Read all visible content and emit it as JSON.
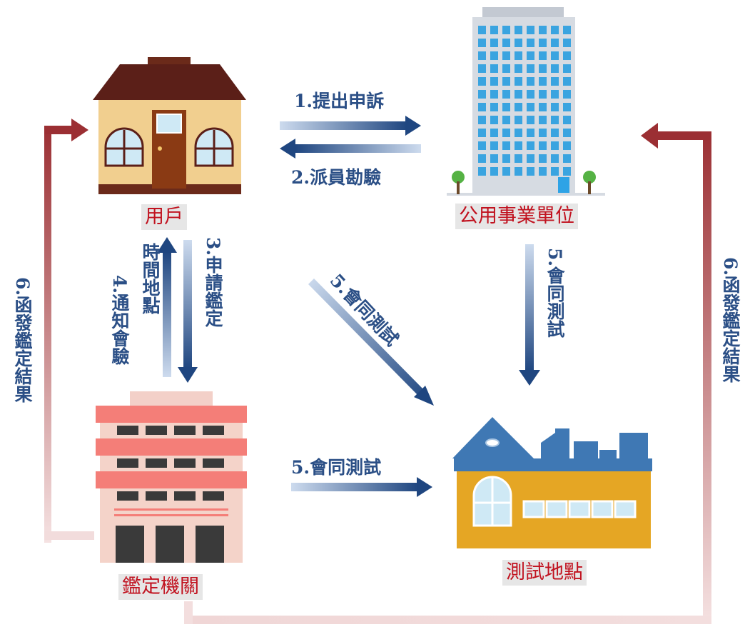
{
  "nodes": {
    "user": "用戶",
    "utility": "公用事業單位",
    "agency": "鑑定機關",
    "test_site": "測試地點"
  },
  "steps": {
    "s1": "1.提出申訴",
    "s2": "2.派員勘驗",
    "s3": "3.申請鑑定",
    "s4_line1": "4.通知會驗",
    "s4_line2": "時間地點",
    "s5_utility": "5.會同測試",
    "s5_user": "5.會同測試",
    "s5_agency": "5.會同測試",
    "s6_left": "6.函發鑑定結果",
    "s6_right": "6.函發鑑定結果"
  },
  "colors": {
    "arrow_blue": "#2b4f86",
    "arrow_blue_light": "#b9cde6",
    "result_red": "#9b2f33",
    "result_red_light": "#f3dede",
    "label_text": "#c1121f",
    "label_bg": "#e6e6e6"
  }
}
